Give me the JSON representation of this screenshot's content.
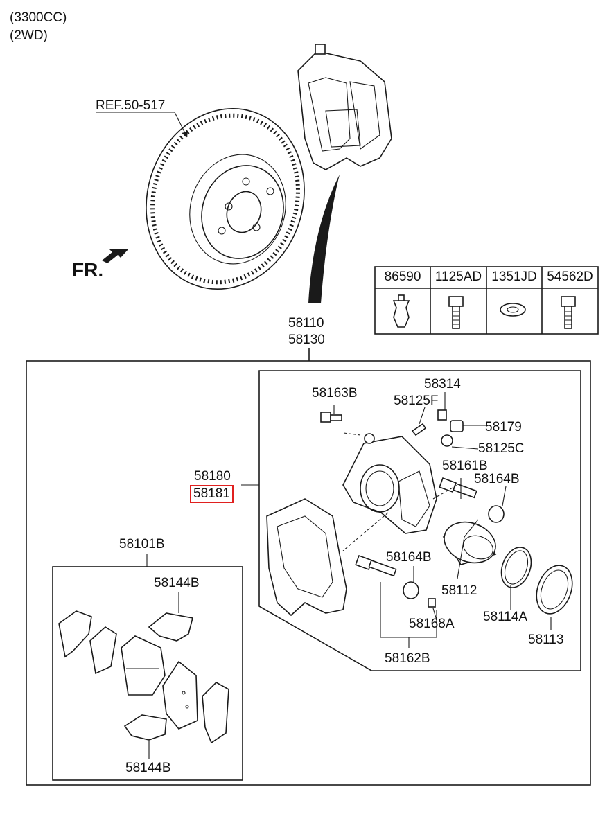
{
  "header": {
    "engine": "(3300CC)",
    "drive": "(2WD)"
  },
  "front_marker": "FR.",
  "ref_label": "REF.50-517",
  "hardware_table": {
    "columns": [
      "86590",
      "1125AD",
      "1351JD",
      "54562D"
    ],
    "icons": [
      "clip-icon",
      "flange-bolt-icon",
      "washer-icon",
      "flange-bolt-icon"
    ]
  },
  "assembly": {
    "code1": "58110",
    "code2": "58130"
  },
  "caliper": {
    "code1": "58180",
    "code2": "58181",
    "highlight_color": "#e0201f",
    "parts": {
      "p58163B": "58163B",
      "p58314": "58314",
      "p58125F": "58125F",
      "p58179": "58179",
      "p58125C": "58125C",
      "p58161B": "58161B",
      "p58164B_a": "58164B",
      "p58164B_b": "58164B",
      "p58112": "58112",
      "p58168A": "58168A",
      "p58114A": "58114A",
      "p58113": "58113",
      "p58162B": "58162B"
    }
  },
  "pads": {
    "code": "58101B",
    "clip_top": "58144B",
    "clip_bottom": "58144B"
  }
}
